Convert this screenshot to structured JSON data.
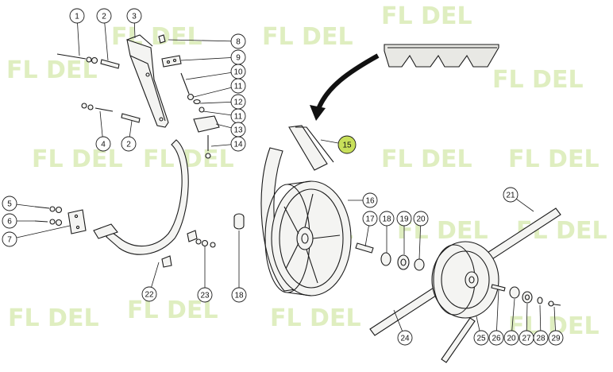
{
  "watermark": {
    "text": "FL DEL",
    "color": "#dfeec0"
  },
  "highlight_color": "#c8e05a",
  "callouts": [
    {
      "id": "c1",
      "label": "1"
    },
    {
      "id": "c2a",
      "label": "2"
    },
    {
      "id": "c3",
      "label": "3"
    },
    {
      "id": "c8",
      "label": "8"
    },
    {
      "id": "c9",
      "label": "9"
    },
    {
      "id": "c10",
      "label": "10"
    },
    {
      "id": "c11a",
      "label": "11"
    },
    {
      "id": "c12",
      "label": "12"
    },
    {
      "id": "c11b",
      "label": "11"
    },
    {
      "id": "c13",
      "label": "13"
    },
    {
      "id": "c14",
      "label": "14"
    },
    {
      "id": "c4",
      "label": "4"
    },
    {
      "id": "c2b",
      "label": "2"
    },
    {
      "id": "c15",
      "label": "15"
    },
    {
      "id": "c16",
      "label": "16"
    },
    {
      "id": "c5",
      "label": "5"
    },
    {
      "id": "c6",
      "label": "6"
    },
    {
      "id": "c7",
      "label": "7"
    },
    {
      "id": "c17",
      "label": "17"
    },
    {
      "id": "c18a",
      "label": "18"
    },
    {
      "id": "c19",
      "label": "19"
    },
    {
      "id": "c20a",
      "label": "20"
    },
    {
      "id": "c21",
      "label": "21"
    },
    {
      "id": "c22",
      "label": "22"
    },
    {
      "id": "c23",
      "label": "23"
    },
    {
      "id": "c18b",
      "label": "18"
    },
    {
      "id": "c24",
      "label": "24"
    },
    {
      "id": "c25",
      "label": "25"
    },
    {
      "id": "c26",
      "label": "26"
    },
    {
      "id": "c20b",
      "label": "20"
    },
    {
      "id": "c27",
      "label": "27"
    },
    {
      "id": "c28",
      "label": "28"
    },
    {
      "id": "c29",
      "label": "29"
    }
  ]
}
